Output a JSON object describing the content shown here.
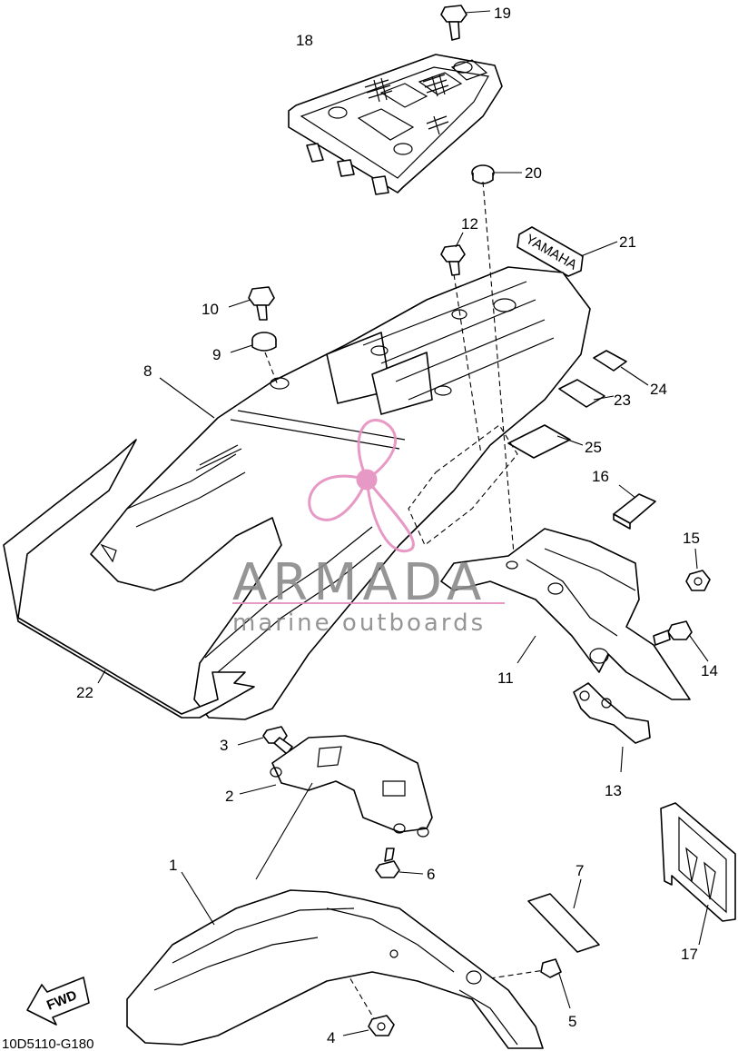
{
  "diagram_code": "10D5110-G180",
  "direction_arrow_label": "FWD",
  "brand_sticker_text": "YAMAHA",
  "watermark": {
    "brand": "ARMADA",
    "tagline": "marine outboards",
    "accent_color": "#e58fbf",
    "text_color": "#8a8a8a"
  },
  "callouts": [
    "1",
    "2",
    "3",
    "4",
    "5",
    "6",
    "7",
    "8",
    "9",
    "10",
    "11",
    "12",
    "13",
    "14",
    "15",
    "16",
    "17",
    "18",
    "19",
    "20",
    "21",
    "22",
    "23",
    "24",
    "25"
  ]
}
